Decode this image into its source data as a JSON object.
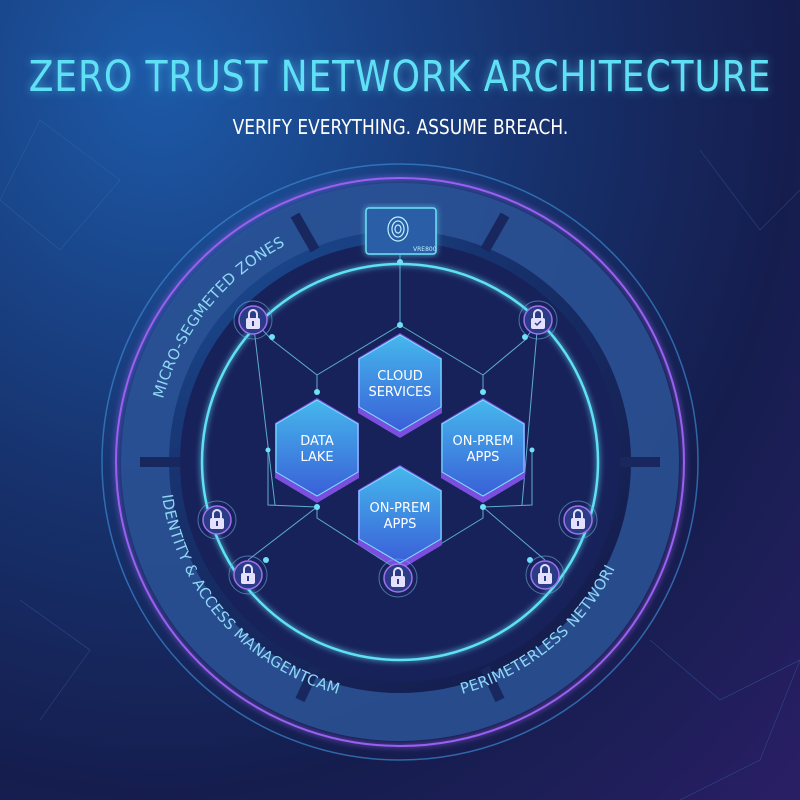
{
  "header": {
    "title": "ZERO TRUST NETWORK ARCHITECTURE",
    "subtitle": "VERIFY EVERYTHING. ASSUME BREACH."
  },
  "ring_labels": {
    "top_left": "MICRO-SEGMETED ZONES",
    "bottom_left": "IDENTITY & ACCESS MANAGENTCAM",
    "bottom_right": "PERIMETERLESS NETWORI"
  },
  "nodes": [
    {
      "line1": "CLOUD",
      "line2": "SERVICES"
    },
    {
      "line1": "DATA",
      "line2": "LAKE"
    },
    {
      "line1": "ON-PREM",
      "line2": "APPS"
    },
    {
      "line1": "ON-PREM",
      "line2": "APPS"
    }
  ],
  "fingerprint": {
    "label": "VRE800",
    "icon": "fingerprint-icon"
  },
  "icons": {
    "lock": "lock-icon",
    "check": "check-lock-icon"
  },
  "colors": {
    "accent": "#5fe0f5",
    "purple": "#8a5cf0",
    "hex": "#3a8fe0"
  }
}
